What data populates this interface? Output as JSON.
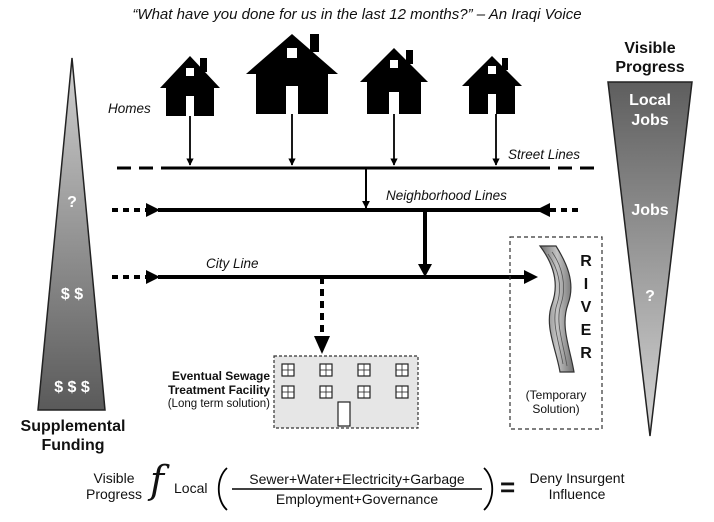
{
  "quote": "“What have you done for us in the last 12 months?” – An Iraqi Voice",
  "labels": {
    "homes": "Homes",
    "street_lines": "Street Lines",
    "neighborhood_lines": "Neighborhood Lines",
    "city_line": "City Line",
    "sewage_line1": "Eventual Sewage",
    "sewage_line2": "Treatment Facility",
    "sewage_line3": "(Long term solution)",
    "river_letters": [
      "R",
      "I",
      "V",
      "E",
      "R"
    ],
    "temporary_line1": "(Temporary",
    "temporary_line2": "Solution)"
  },
  "left_triangle": {
    "title_line1": "Supplemental",
    "title_line2": "Funding",
    "marks": [
      "?",
      "$ $",
      "$ $ $"
    ]
  },
  "right_triangle": {
    "title_line1": "Visible",
    "title_line2": "Progress",
    "marks": [
      "Local",
      "Jobs",
      "Jobs",
      "?"
    ]
  },
  "formula": {
    "left_line1": "Visible",
    "left_line2": "Progress",
    "function_symbol": "f",
    "local": "Local",
    "numerator": "Sewer+Water+Electricity+Garbage",
    "denominator": "Employment+Governance",
    "equals": "=",
    "result_line1": "Deny Insurgent",
    "result_line2": "Influence"
  },
  "colors": {
    "triangle_fill": "#8a8a8a",
    "building_fill": "#e6e6e6",
    "river_fill": "#9a9a9a"
  }
}
